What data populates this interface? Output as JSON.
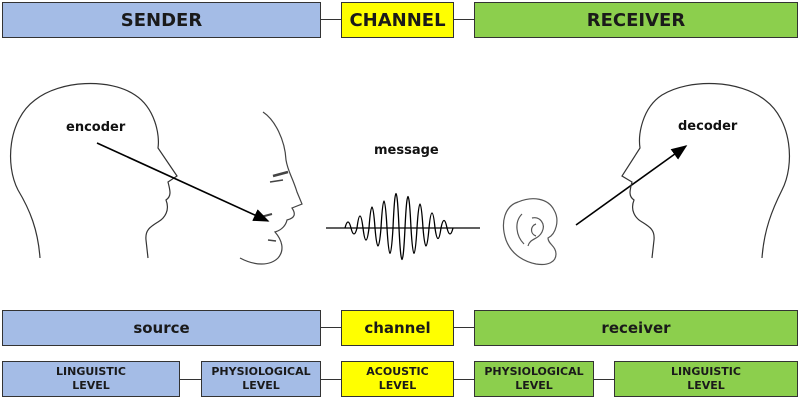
{
  "header": {
    "sender": "SENDER",
    "channel": "CHANNEL",
    "receiver": "RECEIVER"
  },
  "diagram": {
    "encoder": "encoder",
    "decoder": "decoder",
    "message": "message"
  },
  "roles": {
    "source": "source",
    "channel": "channel",
    "receiver": "receiver"
  },
  "levels": {
    "linguistic_left": [
      "LINGUISTIC",
      "LEVEL"
    ],
    "physiological_left": [
      "PHYSIOLOGICAL",
      "LEVEL"
    ],
    "acoustic": [
      "ACOUSTIC",
      "LEVEL"
    ],
    "physiological_right": [
      "PHYSIOLOGICAL",
      "LEVEL"
    ],
    "linguistic_right": [
      "LINGUISTIC",
      "LEVEL"
    ]
  },
  "colors": {
    "sender_blue": "#a4bce6",
    "channel_yellow": "#ffff00",
    "receiver_green": "#8ccf4d"
  }
}
